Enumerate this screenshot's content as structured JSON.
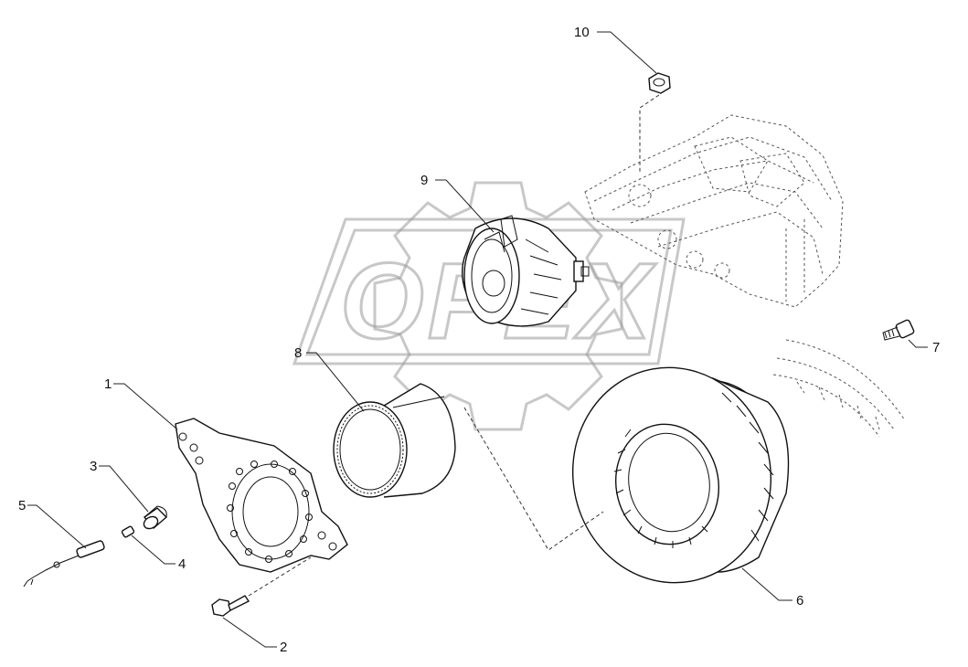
{
  "watermark": {
    "text": "OPEX"
  },
  "callouts": [
    {
      "id": "1",
      "label": "1",
      "part": "bracket"
    },
    {
      "id": "2",
      "label": "2",
      "part": "bolt"
    },
    {
      "id": "3",
      "label": "3",
      "part": "sleeve"
    },
    {
      "id": "4",
      "label": "4",
      "part": "pin"
    },
    {
      "id": "5",
      "label": "5",
      "part": "sensor"
    },
    {
      "id": "6",
      "label": "6",
      "part": "brake-disc"
    },
    {
      "id": "7",
      "label": "7",
      "part": "screw"
    },
    {
      "id": "8",
      "label": "8",
      "part": "tone-ring"
    },
    {
      "id": "9",
      "label": "9",
      "part": "brake-chamber"
    },
    {
      "id": "10",
      "label": "10",
      "part": "nut"
    }
  ]
}
